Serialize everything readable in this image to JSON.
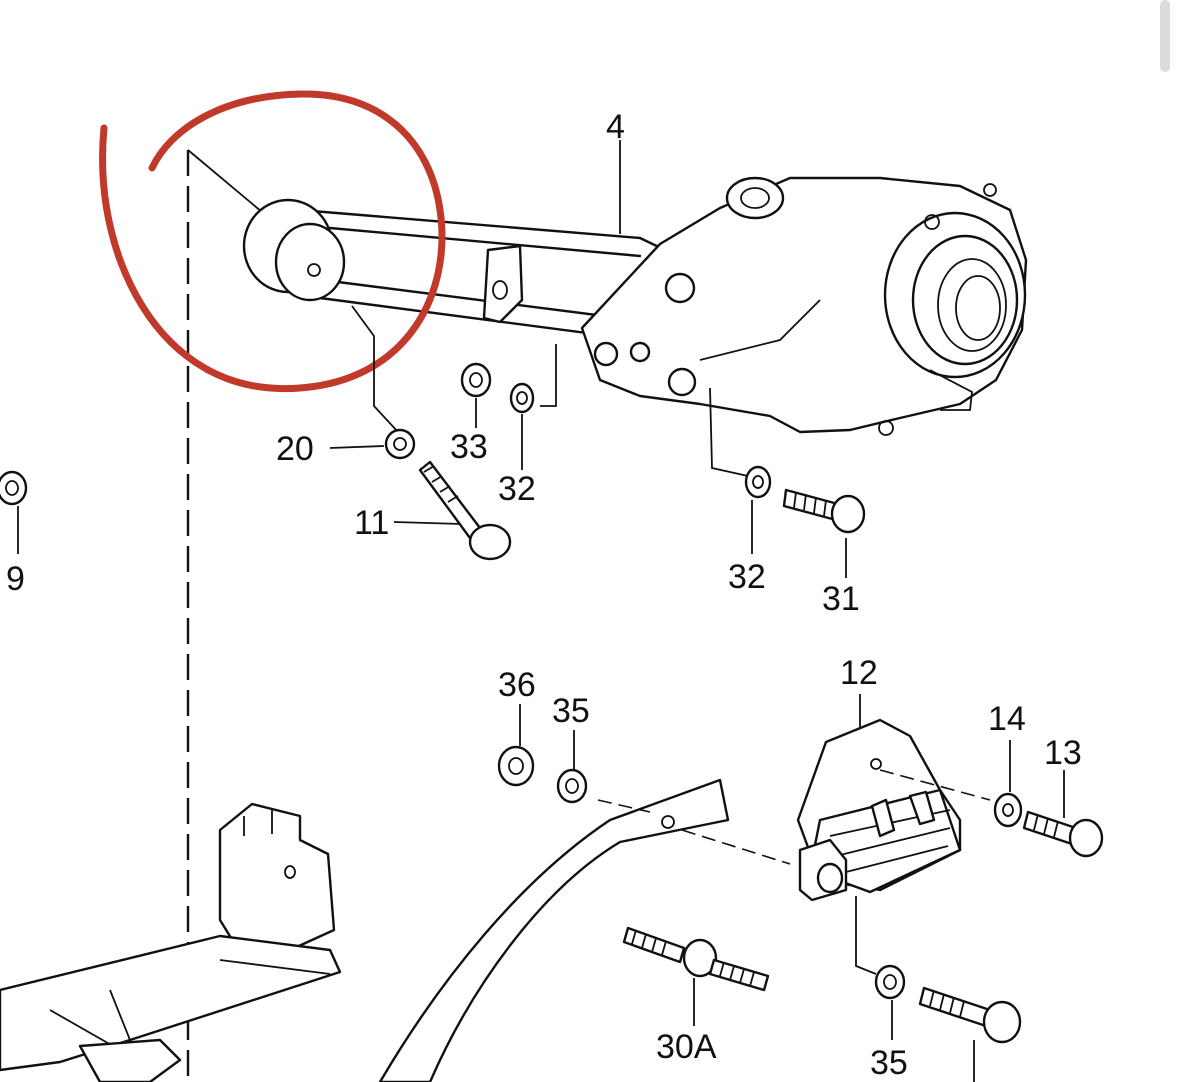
{
  "diagram": {
    "parts": {
      "p4": "4",
      "p20": "20",
      "p33": "33",
      "p32a": "32",
      "p11": "11",
      "p9": "9",
      "p32b": "32",
      "p31": "31",
      "p36": "36",
      "p35a": "35",
      "p12": "12",
      "p14": "14",
      "p13": "13",
      "p30a": "30A",
      "p35b": "35"
    },
    "annotation": {
      "shape": "freehand-circle",
      "color": "#c0392b"
    },
    "colors": {
      "line": "#111111",
      "background": "#ffffff"
    }
  }
}
